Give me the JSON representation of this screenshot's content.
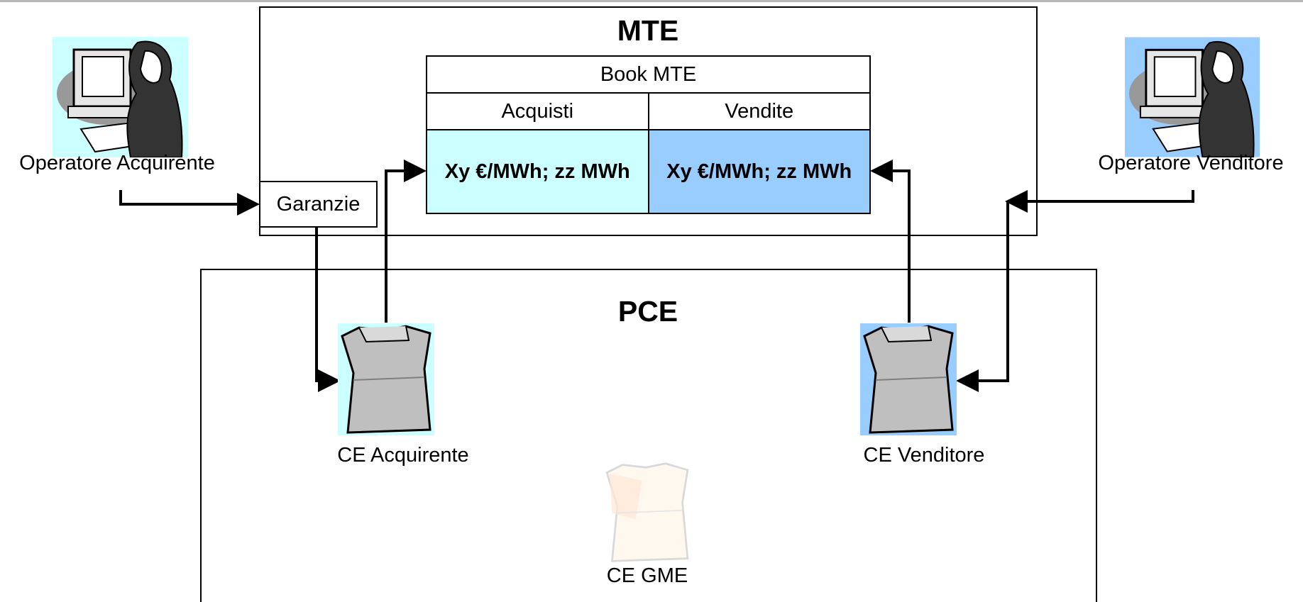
{
  "mte": {
    "title": "MTE"
  },
  "pce": {
    "title": "PCE"
  },
  "book": {
    "title": "Book MTE",
    "buy_header": "Acquisti",
    "sell_header": "Vendite",
    "buy_value": "Xy €/MWh; zz MWh",
    "sell_value": "Xy €/MWh; zz MWh"
  },
  "guarantees": {
    "label": "Garanzie"
  },
  "operators": {
    "buyer": "Operatore Acquirente",
    "seller": "Operatore Venditore"
  },
  "accounts": {
    "buyer": "CE Acquirente",
    "seller": "CE Venditore",
    "gme": "CE GME"
  },
  "colors": {
    "buy_fill": "#ccffff",
    "sell_fill": "#99ccff",
    "line": "#000000"
  },
  "icons": {
    "buyer_operator": "person-at-computer-icon",
    "seller_operator": "person-at-computer-icon",
    "buyer_account": "paper-bag-icon",
    "seller_account": "paper-bag-icon",
    "gme_account": "paper-bag-icon"
  }
}
